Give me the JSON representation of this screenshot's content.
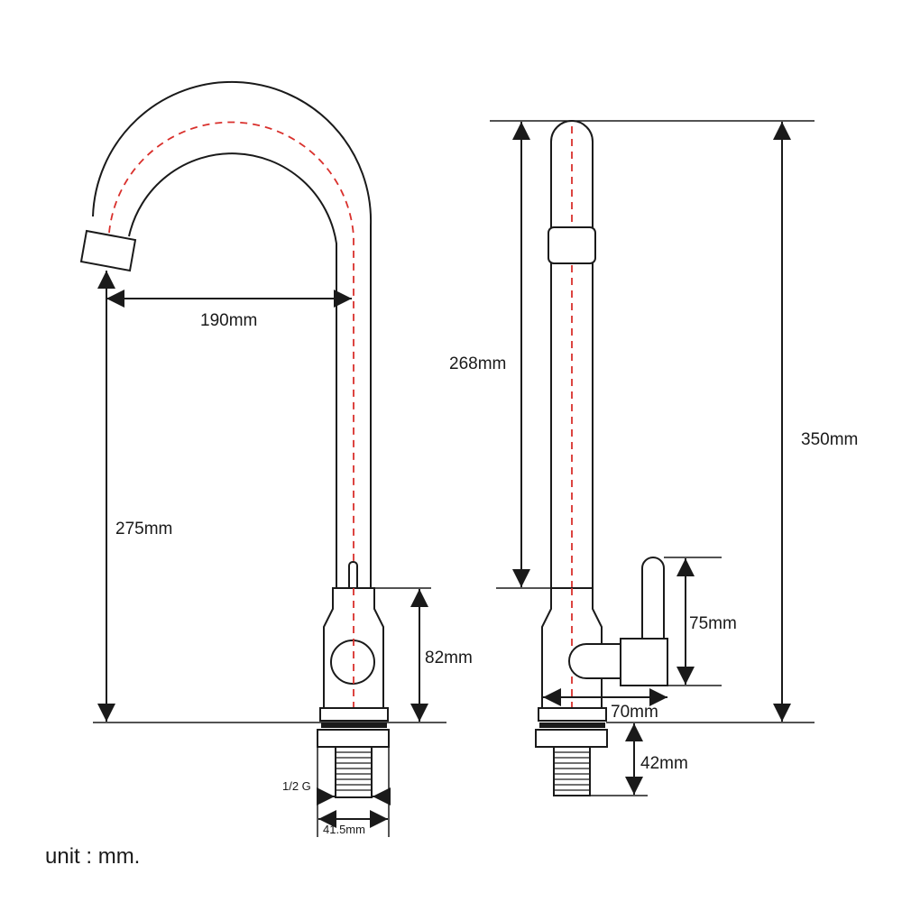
{
  "dimensions": {
    "spout_reach": "190mm",
    "spout_height": "275mm",
    "body_height": "82mm",
    "thread": "1/2 G",
    "base_width": "41.5mm",
    "side_tube_height": "268mm",
    "total_height": "350mm",
    "handle_height": "75mm",
    "handle_depth": "70mm",
    "shank_length": "42mm"
  },
  "unit_note": "unit : mm.",
  "colors": {
    "outline": "#1a1a1a",
    "centerline": "#d9302c"
  }
}
